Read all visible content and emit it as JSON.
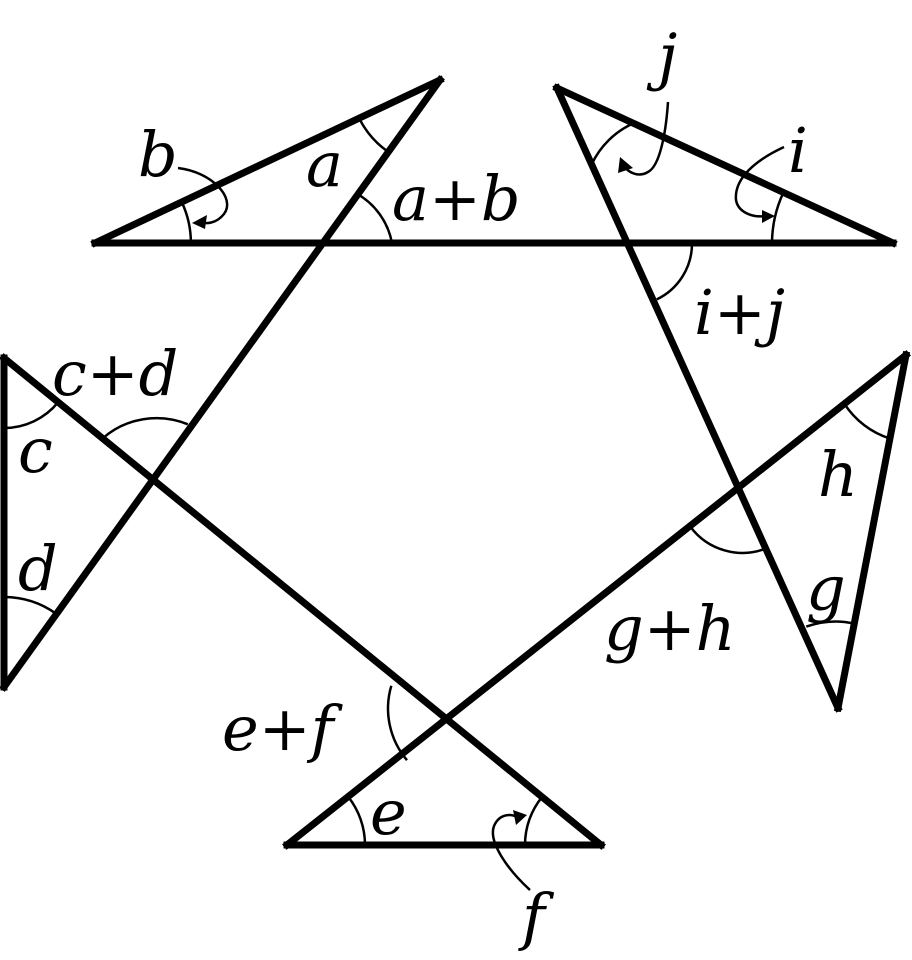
{
  "labels": {
    "a": "a",
    "b": "b",
    "a_plus_b": "a+b",
    "c": "c",
    "d": "d",
    "c_plus_d": "c+d",
    "e": "e",
    "f": "f",
    "e_plus_f": "e+f",
    "g": "g",
    "h": "h",
    "g_plus_h": "g+h",
    "i": "i",
    "j": "j",
    "i_plus_j": "i+j"
  }
}
